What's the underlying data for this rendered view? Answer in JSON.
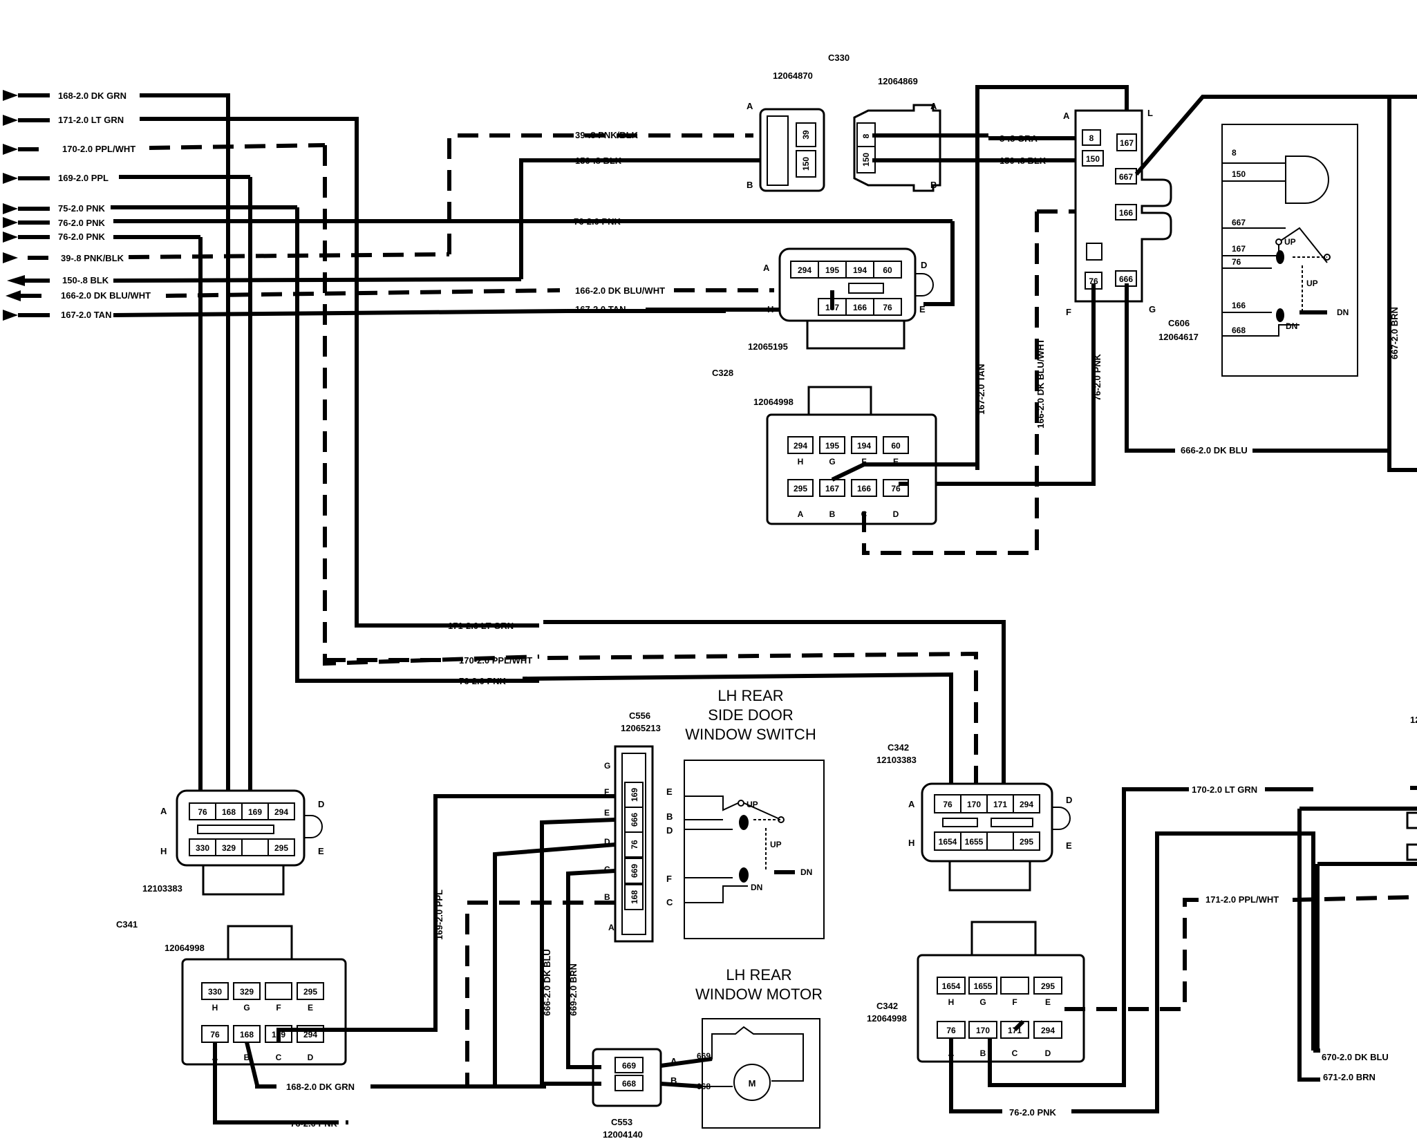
{
  "left_wires": [
    {
      "label": "168-2.0 DK GRN",
      "dashed": false
    },
    {
      "label": "171-2.0 LT GRN",
      "dashed": false
    },
    {
      "label": "170-2.0 PPL/WHT",
      "dashed": true
    },
    {
      "label": "169-2.0 PPL",
      "dashed": false
    },
    {
      "label": "75-2.0 PNK",
      "dashed": false
    },
    {
      "label": "76-2.0 PNK",
      "dashed": false
    },
    {
      "label": "76-2.0 PNK",
      "dashed": false
    },
    {
      "label": "39-.8 PNK/BLK",
      "dashed": true
    },
    {
      "label": "150-.8 BLK",
      "dashed": false
    },
    {
      "label": "166-2.0 DK BLU/WHT",
      "dashed": true
    },
    {
      "label": "167-2.0 TAN",
      "dashed": false
    }
  ],
  "wire_labels": {
    "pnk_blk": "39-.8 PNK/BLK",
    "blk": "150-.8 BLK",
    "pnk_top": "76-2.0 PNK",
    "dk_blu_wht": "166-2.0 DK BLU/WHT",
    "tan": "167-2.0 TAN",
    "gra": "8-.8 GRA",
    "blk_right": "150-.8 BLK",
    "v_tan": "167-2.0 TAN",
    "v_dkbluwht": "166-2.0 DK BLU/WHT",
    "v_pnk": "76-2.0 PNK",
    "dk_blu": "666-2.0 DK BLU",
    "v_brn": "667-2.0 BRN",
    "lt_grn_mid": "171-2.0 LT GRN",
    "ppl_wht_mid": "170-2.0 PPL/WHT",
    "pnk_mid": "76-2.0 PNK",
    "v_ppl": "169-2.0 PPL",
    "v_dkblu_low": "666-2.0 DK BLU",
    "v_brn_low": "669-2.0 BRN",
    "dk_grn_bottom": "168-2.0 DK GRN",
    "pnk_bottom": "76-2.0 PNK",
    "lt_grn_right": "170-2.0 LT GRN",
    "ppl_wht_right": "171-2.0 PPL/WHT",
    "dk_blu_right": "670-2.0 DK BLU",
    "brn_right": "671-2.0 BRN",
    "pnk_bottom_right": "76-2.0 PNK"
  },
  "connectors": {
    "c330": {
      "title": "C330",
      "part_left": "12064870",
      "part_right": "12064869",
      "pins_left": [
        "39",
        "150"
      ],
      "pins_right": [
        "8",
        "150"
      ],
      "side_left": [
        "A",
        "B"
      ],
      "side_right": [
        "A",
        "B"
      ]
    },
    "c606": {
      "title": "C606",
      "part": "12064617",
      "pins": [
        "8",
        "167",
        "150",
        "667",
        "166",
        "76",
        "666"
      ],
      "letters": [
        "A",
        "L",
        "F",
        "G"
      ]
    },
    "top_switch": {
      "part": "12065195",
      "row_top": [
        "294",
        "195",
        "194",
        "60"
      ],
      "row_bottom": [
        "167",
        "166",
        "76"
      ],
      "letters": [
        "A",
        "D",
        "H",
        "E"
      ]
    },
    "c328": {
      "title": "C328",
      "part": "12064998",
      "row_top": [
        "294",
        "195",
        "194",
        "60"
      ],
      "row_top_letters": [
        "H",
        "G",
        "F",
        "E"
      ],
      "row_bottom": [
        "295",
        "167",
        "166",
        "76"
      ],
      "row_bottom_letters": [
        "A",
        "B",
        "C",
        "D"
      ]
    },
    "c341_upper": {
      "part": "12103383",
      "row_top": [
        "76",
        "168",
        "169",
        "294"
      ],
      "row_bottom": [
        "330",
        "329",
        "",
        "295"
      ],
      "letters": [
        "A",
        "D",
        "H",
        "E"
      ]
    },
    "c341_lower": {
      "title": "C341",
      "part": "12064998",
      "row_top": [
        "330",
        "329",
        "",
        "295"
      ],
      "row_top_letters": [
        "H",
        "G",
        "F",
        "E"
      ],
      "row_bottom": [
        "76",
        "168",
        "169",
        "294"
      ],
      "row_bottom_letters": [
        "A",
        "B",
        "C",
        "D"
      ]
    },
    "c556": {
      "title": "C556",
      "part": "12065213",
      "pins": [
        "169",
        "666",
        "76",
        "669",
        "168"
      ],
      "left_letters": [
        "G",
        "F",
        "E",
        "D",
        "C",
        "B",
        "A"
      ],
      "right_letters": [
        "E",
        "B",
        "D",
        "F",
        "C"
      ]
    },
    "c553": {
      "title": "C553",
      "part": "12004140",
      "pins": [
        "669",
        "668"
      ],
      "letters": [
        "A",
        "B"
      ]
    },
    "c342_upper": {
      "title": "C342",
      "part": "12103383",
      "row_top": [
        "76",
        "170",
        "171",
        "294"
      ],
      "row_bottom": [
        "1654",
        "1655",
        "",
        "295"
      ],
      "letters": [
        "A",
        "D",
        "H",
        "E"
      ]
    },
    "c342_lower": {
      "title": "C342",
      "part": "12064998",
      "row_top": [
        "1654",
        "1655",
        "",
        "295"
      ],
      "row_top_letters": [
        "H",
        "G",
        "F",
        "E"
      ],
      "row_bottom": [
        "76",
        "170",
        "171",
        "294"
      ],
      "row_bottom_letters": [
        "A",
        "B",
        "C",
        "D"
      ]
    }
  },
  "switch_inset": {
    "pins": [
      "8",
      "150",
      "667",
      "167",
      "76",
      "166",
      "668"
    ],
    "up": "UP",
    "dn": "DN"
  },
  "lh_switch": {
    "title_lines": [
      "LH REAR",
      "SIDE DOOR",
      "WINDOW SWITCH"
    ],
    "up": "UP",
    "dn": "DN"
  },
  "lh_motor": {
    "title_lines": [
      "LH REAR",
      "WINDOW MOTOR"
    ],
    "pins": [
      "669",
      "668"
    ],
    "motor_symbol": "M"
  },
  "edge_text": {
    "right_partial": "12"
  }
}
